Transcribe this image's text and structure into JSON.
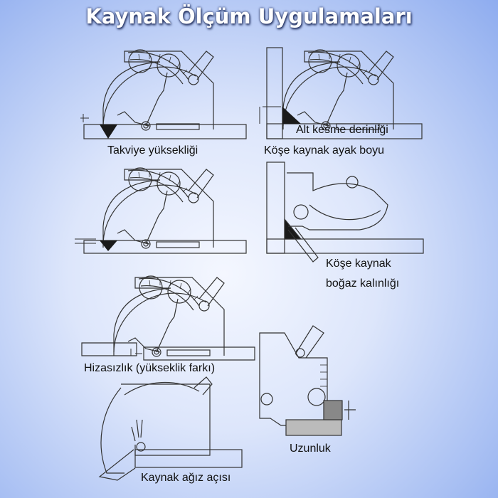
{
  "title": "Kaynak Ölçüm Uygulamaları",
  "labels": {
    "reinforcement_height": "Takviye yüksekliği",
    "undercut_depth": "Alt kesme derinliği",
    "fillet_leg": "Köşe kaynak ayak boyu",
    "fillet_throat_1": "Köşe kaynak",
    "fillet_throat_2": "boğaz kalınlığı",
    "misalignment": "Hizasızlık (yükseklik farkı)",
    "length": "Uzunluk",
    "bevel_angle": "Kaynak ağız açısı"
  },
  "colors": {
    "line": "#333333",
    "weld": "#1a1a1a",
    "title_shadow": "#1c2a5a"
  }
}
